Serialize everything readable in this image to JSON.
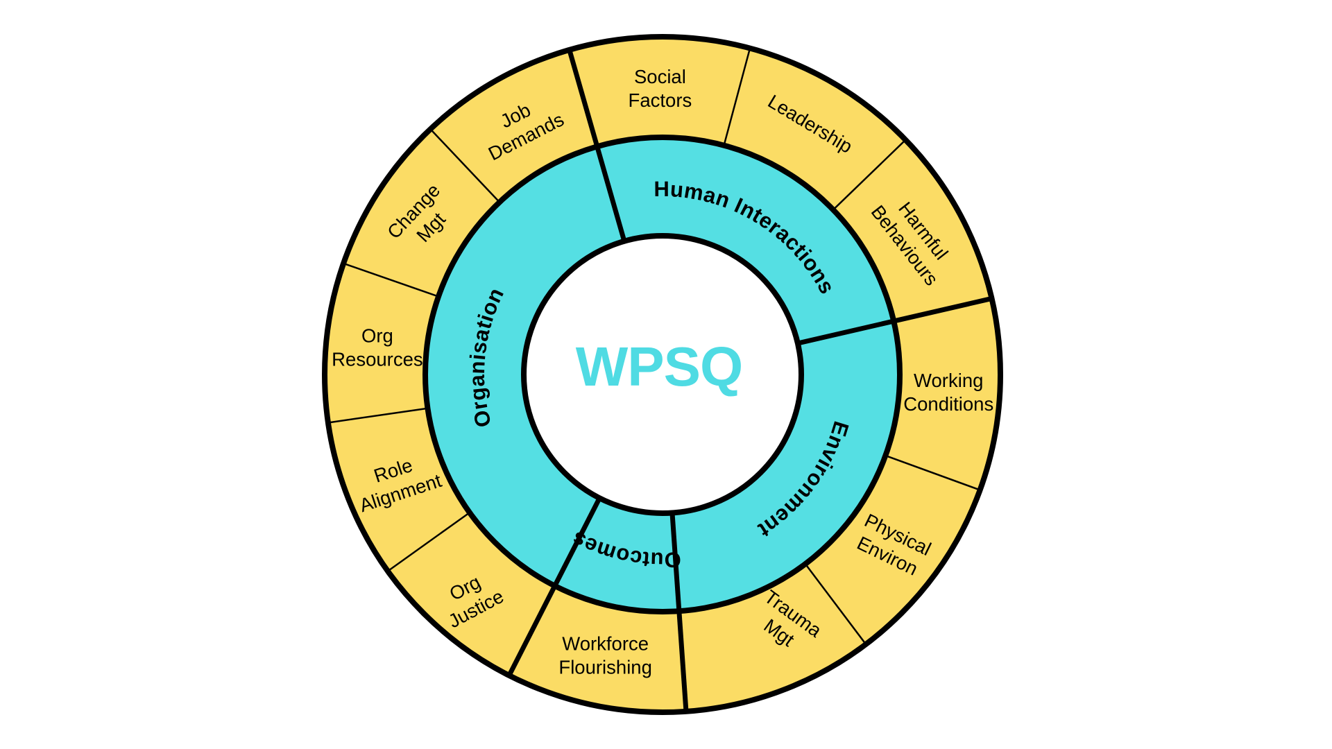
{
  "page": {
    "background": "#ffffff"
  },
  "colors": {
    "outer_ring": "#FBDC65",
    "inner_ring": "#55DFE3",
    "stroke": "#000000",
    "label_text": "#000000",
    "center_text": "#4FDBE3"
  },
  "wheel": {
    "center_label": "WPSQ",
    "sectors": [
      {
        "label": "Human Interactions",
        "start": 344,
        "end": 437,
        "segments": [
          {
            "label": "Social Factors",
            "lines": [
              "Social",
              "Factors"
            ],
            "rotation": 0
          },
          {
            "label": "Leadership",
            "lines": [
              "Leadership"
            ],
            "rotation": 31,
            "r": 420
          },
          {
            "label": "Harmful Behaviours",
            "lines": [
              "Harmful",
              "Behaviours"
            ],
            "rotation": 52
          }
        ]
      },
      {
        "label": "Environment",
        "start": 77,
        "end": 176,
        "segments": [
          {
            "label": "Working Conditions",
            "lines": [
              "Working",
              "Conditions"
            ],
            "rotation": 0
          },
          {
            "label": "Physical Environ",
            "lines": [
              "Physical",
              "Environ"
            ],
            "rotation": 26
          },
          {
            "label": "Trauma Mgt",
            "lines": [
              "Trauma",
              "Mgt"
            ],
            "rotation": 36,
            "dtheta": -6,
            "r": 400
          }
        ]
      },
      {
        "label": "Outcomes",
        "start": 176,
        "end": 207,
        "segments": [
          {
            "label": "Workforce Flourishing",
            "lines": [
              "Workforce",
              "Flourishing"
            ],
            "rotation": 0
          }
        ]
      },
      {
        "label": "Organisation",
        "start": 207,
        "end": 344,
        "segments": [
          {
            "label": "Org Justice",
            "lines": [
              "Org",
              "Justice"
            ],
            "rotation": -28,
            "r": 425
          },
          {
            "label": "Role Alignment",
            "lines": [
              "Role",
              "Alignment"
            ],
            "rotation": -18
          },
          {
            "label": "Org Resources",
            "lines": [
              "Org",
              "Resources"
            ],
            "rotation": 0
          },
          {
            "label": "Change Mgt",
            "lines": [
              "Change",
              "Mgt"
            ],
            "rotation": -47
          },
          {
            "label": "Job Demands",
            "lines": [
              "Job",
              "Demands"
            ],
            "rotation": -27
          }
        ]
      }
    ]
  }
}
